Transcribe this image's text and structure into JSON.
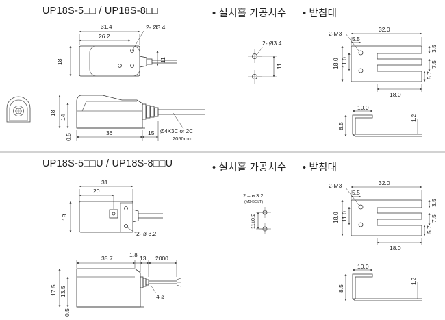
{
  "top": {
    "model_title": "UP18S-5□□ / UP18S-8□□",
    "section_mount_hole": "• 설치홀 가공치수",
    "section_bracket": "• 받침대",
    "sensor": {
      "width_outer": "31.4",
      "width_inner": "26.2",
      "hole_label": "2- Ø3.4",
      "height": "18",
      "hole_gap": "11",
      "side_height_outer": "18",
      "side_height_inner": "14",
      "base_offset": "0.5",
      "length_body": "36",
      "length_tail": "15",
      "cable_label": "Ø4X3C or 2C",
      "cable_length": "2050mm"
    },
    "mount_hole": {
      "hole_label": "2- Ø3.4",
      "gap": "11"
    },
    "bracket": {
      "thread_label": "2-M3",
      "width": "32.0",
      "offset": "5.5",
      "height_outer": "18.0",
      "height_inner": "11.0",
      "right_top": "3.5",
      "right_mid": "7.5",
      "right_low": "5.7",
      "bottom_width": "18.0",
      "side_width": "10.0",
      "side_height": "8.5",
      "thickness": "1.2"
    }
  },
  "bottom": {
    "model_title": "UP18S-5□□U / UP18S-8□□U",
    "section_mount_hole": "• 설치홀 가공치수",
    "section_bracket": "• 받침대",
    "sensor": {
      "width_outer": "31",
      "width_inner": "20",
      "height": "18",
      "hole_label": "2- ø 3.2",
      "length_body": "35.7",
      "gap_a": "1.8",
      "gap_b": "13",
      "cable_length": "2000",
      "side_outer": "17.5",
      "side_inner": "13.5",
      "base_offset": "0.5",
      "cable_dia": "4 ø"
    },
    "mount_hole": {
      "hole_label": "2 – ø 3.2",
      "bolt_label": "(M3-BOLT)",
      "gap": "11±0.2"
    },
    "bracket": {
      "thread_label": "2-M3",
      "width": "32.0",
      "offset": "5.5",
      "height_outer": "18.0",
      "height_inner": "11.0",
      "right_top": "3.5",
      "right_mid": "7.5",
      "right_low": "5.7",
      "bottom_width": "18.0",
      "side_width": "10.0",
      "side_height": "8.5",
      "thickness": "1.2"
    }
  }
}
